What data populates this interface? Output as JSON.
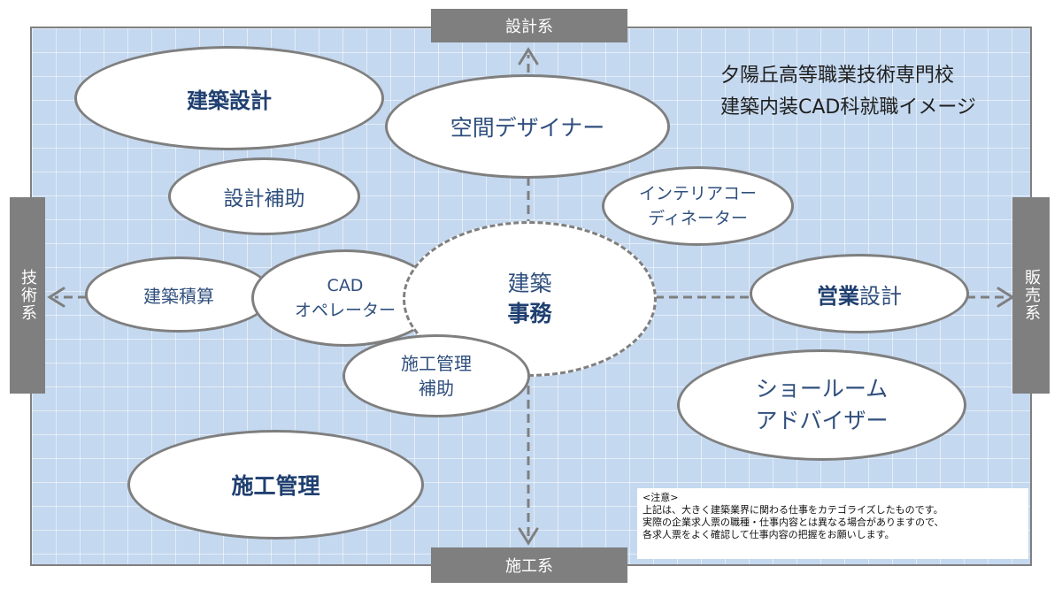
{
  "tags": {
    "design": "設計系",
    "construction": "施工系",
    "technical": "技術系",
    "sales": "販売系"
  },
  "title": {
    "line1": "夕陽丘高等職業技術専門校",
    "line2": "建築内装CAD科就職イメージ"
  },
  "jobs": {
    "architectural_design": "建築設計",
    "space_designer": "空間デザイナー",
    "design_assistant": "設計補助",
    "interior_coordinator": {
      "line1": "インテリアコー",
      "line2": "ディネーター"
    },
    "cost_estimation": "建築積算",
    "cad_operator": {
      "line1": "CAD",
      "line2": "オペレーター"
    },
    "construction_office": {
      "line1": "建築",
      "line2": "事務"
    },
    "sales_design": {
      "bold": "営業",
      "rest": "設計"
    },
    "construction_mgmt_assistant": {
      "line1": "施工管理",
      "line2": "補助"
    },
    "showroom_advisor": {
      "line1": "ショールーム",
      "line2": "アドバイザー"
    },
    "construction_management": "施工管理"
  },
  "note": {
    "heading": "<注意>",
    "line1": "上記は、大きく建築業界に関わる仕事をカテゴライズしたものです。",
    "line2": "実際の企業求人票の職種・仕事内容とは異なる場合がありますので、",
    "line3": "各求人票をよく確認して仕事内容の把握をお願いします。"
  },
  "colors": {
    "background": "#c4d8ef",
    "border": "#7f7f7f",
    "text_blue": "#1f3f70"
  }
}
